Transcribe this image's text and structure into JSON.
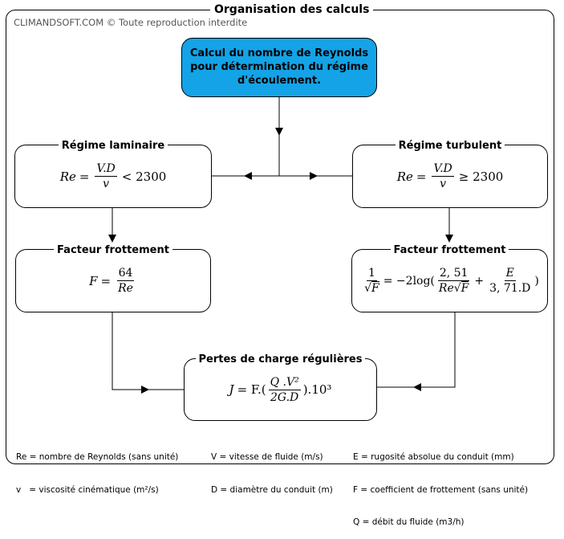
{
  "frame": {
    "title": "Organisation des calculs",
    "copyright": "CLIMANDSOFT.COM © Toute reproduction interdite"
  },
  "reynolds_box": {
    "text": [
      "Calcul du nombre de Reynolds",
      "pour détermination du régime",
      "d'écoulement."
    ],
    "color": "#14a3e6"
  },
  "laminar": {
    "title": "Régime laminaire",
    "lhs": "Re",
    "eq": "=",
    "num": "V.D",
    "den": "v",
    "rel": "< 2300"
  },
  "turbulent": {
    "title": "Régime turbulent",
    "lhs": "Re",
    "eq": "=",
    "num": "V.D",
    "den": "v",
    "rel": "≥ 2300"
  },
  "friction_laminar": {
    "title": "Facteur frottement",
    "lhs": "F",
    "eq": "=",
    "num": "64",
    "den": "Re"
  },
  "friction_turbulent": {
    "title": "Facteur frottement",
    "f1_num": "1",
    "f1_den": "F",
    "eq": "= −2log(",
    "f2_num": "2, 51",
    "f2_den_pre": "Re",
    "f2_den_sqrt": "F",
    "plus": "+",
    "f3_num": "E",
    "f3_den": "3, 71.D",
    "close": ")"
  },
  "pressure_loss": {
    "title": "Pertes de charge régulières",
    "lhs": "J",
    "eq": "= F.(",
    "num": "Q .V²",
    "den": "2G.D",
    "tail": ").10³"
  },
  "legend": {
    "col1": [
      "Re = nombre de Reynolds (sans unité)",
      "v   = viscosité cinématique (m²/s)"
    ],
    "col2": [
      "V = vitesse de fluide (m/s)",
      "D = diamètre du conduit (m)"
    ],
    "col3": [
      "E = rugosité absolue du conduit (mm)",
      "F = coefficient de frottement (sans unité)",
      "Q = débit du fluide (m3/h)"
    ]
  }
}
